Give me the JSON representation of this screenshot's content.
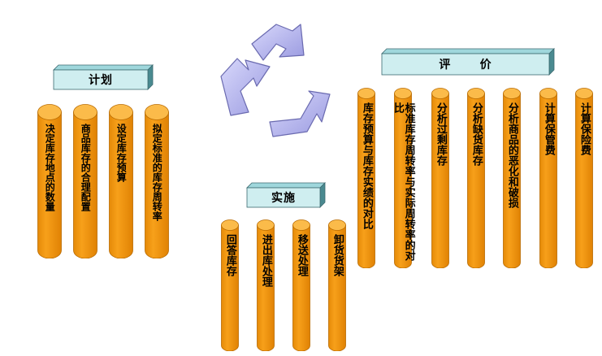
{
  "headers": {
    "plan": "计划",
    "implement": "实施",
    "evaluate": "评      价"
  },
  "plan_items": [
    "决定库存地点的数量",
    "商品库存的合理配置",
    "设定库存预算",
    "拟定标准的库存周转率"
  ],
  "implement_items": [
    "回答库存",
    "进出库处理",
    "移送处理",
    "卸货货架"
  ],
  "evaluate_items": [
    "库存预算与库存实绩的对比",
    "标准库存周转率与实际周转率的对比",
    "分析过剩库存",
    "分析缺货库存",
    "分析商品的恶化和破损",
    "计算保管费",
    "计算保险费"
  ],
  "colors": {
    "cylinder": "#f7a01a",
    "cylinder_top": "#fbbb4a",
    "box": "#cfeef0",
    "arrow": "#b6b6ee"
  },
  "icons": [
    "recycle-arrows-icon"
  ]
}
